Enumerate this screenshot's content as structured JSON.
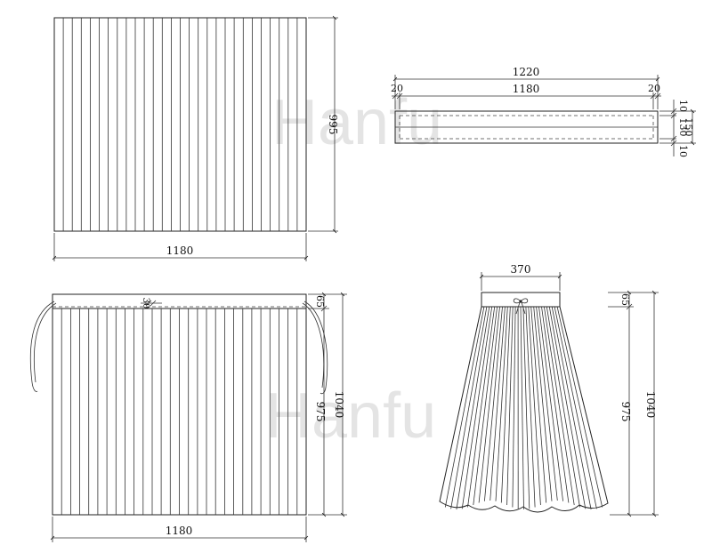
{
  "watermark": {
    "text": "Hanfu"
  },
  "flat_panel": {
    "width_label": "1180",
    "height_label": "995"
  },
  "waistband": {
    "total_label": "1220",
    "inner_label": "1180",
    "left_allowance": "20",
    "right_allowance": "20",
    "top_allowance": "10",
    "band_height": "130",
    "total_height": "150",
    "bottom_allowance": "10"
  },
  "pleated_skirt": {
    "width_label": "1180",
    "pleat_label": "30",
    "band_label": "65",
    "body_label": "975",
    "total_label": "1040"
  },
  "skirt_front": {
    "waist_label": "370",
    "band_label": "65",
    "body_label": "975",
    "total_label": "1040"
  }
}
